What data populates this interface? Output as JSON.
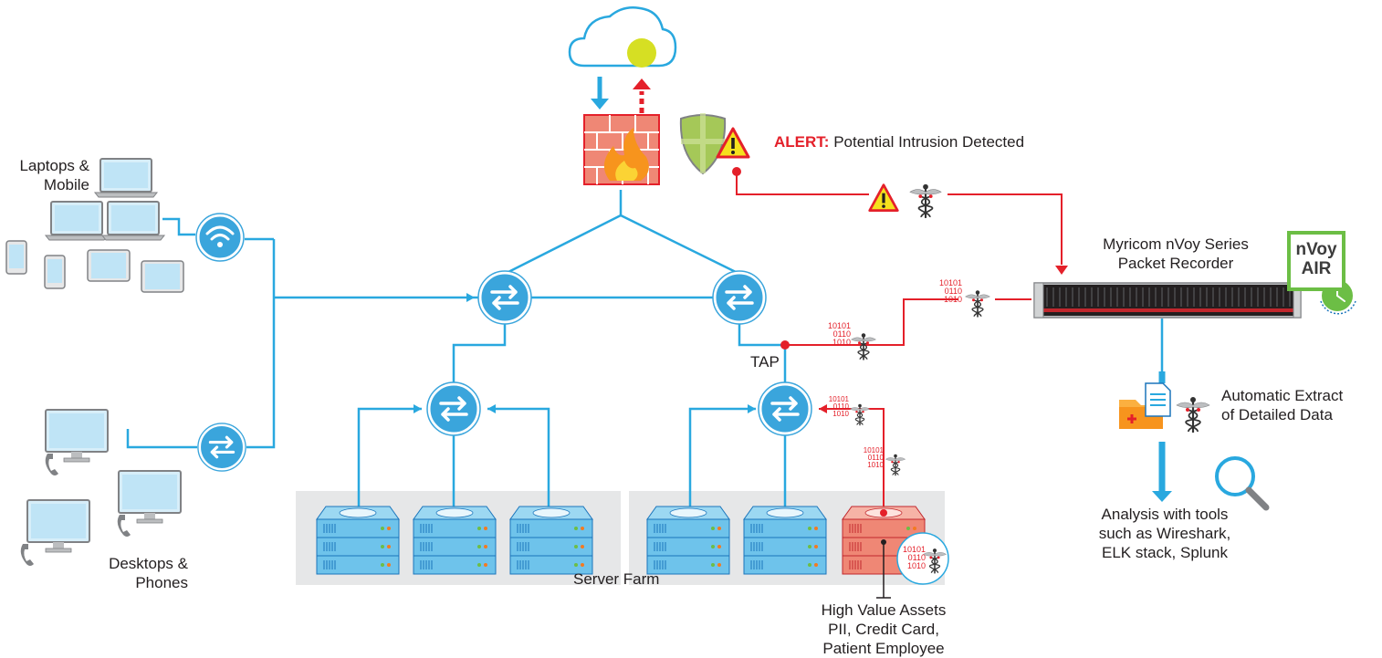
{
  "labels": {
    "laptops": [
      "Laptops &",
      "Mobile"
    ],
    "desktops": [
      "Desktops &",
      "Phones"
    ],
    "server_farm": "Server Farm",
    "tap": "TAP",
    "high_value": [
      "High Value Assets",
      "PII, Credit Card,",
      "Patient Employee"
    ],
    "alert_keyword": "ALERT:",
    "alert_message": "Potential Intrusion Detected",
    "recorder": [
      "Myricom nVoy Series",
      "Packet Recorder"
    ],
    "nvoy_air": [
      "nVoy",
      "AIR"
    ],
    "extract": [
      "Automatic Extract",
      "of Detailed Data"
    ],
    "analysis": [
      "Analysis with tools",
      "such as Wireshark,",
      "ELK stack, Splunk"
    ],
    "bits": [
      "10101",
      "0110",
      "1010"
    ]
  },
  "colors": {
    "blue_line": "#29a8df",
    "red_line": "#e4202a",
    "switch_fill": "#3aa5dc",
    "server_blue": "#6ec3eb",
    "server_red": "#ef8775",
    "farm_bg": "#e6e7e8",
    "nvoy_border": "#6cbe45"
  },
  "icons": [
    "cloud-icon",
    "sun-icon",
    "firewall-icon",
    "shield-icon",
    "warning-icon",
    "caduceus-icon",
    "wifi-icon",
    "switch-icon",
    "server-icon",
    "laptop-icon",
    "tablet-icon",
    "phone-icon",
    "desktop-icon",
    "document-icon",
    "folder-icon",
    "magnifier-icon",
    "packet-recorder-icon",
    "clock-icon"
  ]
}
